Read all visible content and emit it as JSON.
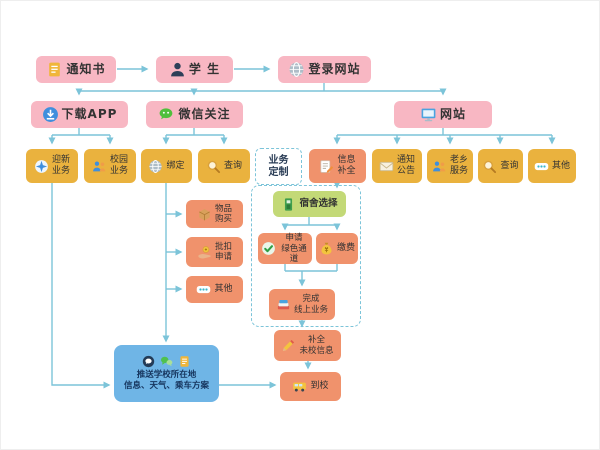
{
  "diagram": {
    "type": "flowchart",
    "arrow_color": "#7cc4d9",
    "colors": {
      "pink": "#f8b7c3",
      "gold": "#eab23e",
      "salmon": "#f0926c",
      "green": "#c3d977",
      "blue": "#6fb5e6",
      "dashed_border": "#7cc4d9"
    },
    "nodes": {
      "notice": {
        "label": "通知书"
      },
      "student": {
        "label": "学 生"
      },
      "login": {
        "label": "登录网站"
      },
      "app": {
        "label": "下载APP"
      },
      "wechat": {
        "label": "微信关注"
      },
      "web": {
        "label": "网站"
      },
      "welcome": {
        "line1": "迎新",
        "line2": "业务"
      },
      "campus": {
        "line1": "校园",
        "line2": "业务"
      },
      "bind": {
        "label": "绑定"
      },
      "wechat_query": {
        "label": "查询"
      },
      "custom": {
        "line1": "业务",
        "line2": "定制"
      },
      "info_fill": {
        "line1": "信息",
        "line2": "补全"
      },
      "announce": {
        "line1": "通知",
        "line2": "公告"
      },
      "fellow": {
        "line1": "老乡",
        "line2": "服务"
      },
      "web_query": {
        "label": "查询"
      },
      "web_other": {
        "label": "其他"
      },
      "goods": {
        "line1": "物品",
        "line2": "购买"
      },
      "deduct": {
        "line1": "批扣",
        "line2": "申请"
      },
      "side_other": {
        "label": "其他"
      },
      "dorm": {
        "label": "宿舍选择"
      },
      "green_channel": {
        "line1": "申请",
        "line2": "绿色通道"
      },
      "pay": {
        "label": "缴费"
      },
      "complete": {
        "line1": "完成",
        "line2": "线上业务"
      },
      "fill_info": {
        "line1": "补全",
        "line2": "未校信息"
      },
      "arrive": {
        "label": "到校"
      },
      "push": {
        "line1": "推送学校所在地",
        "line2": "信息、天气、乘车方案"
      }
    }
  }
}
